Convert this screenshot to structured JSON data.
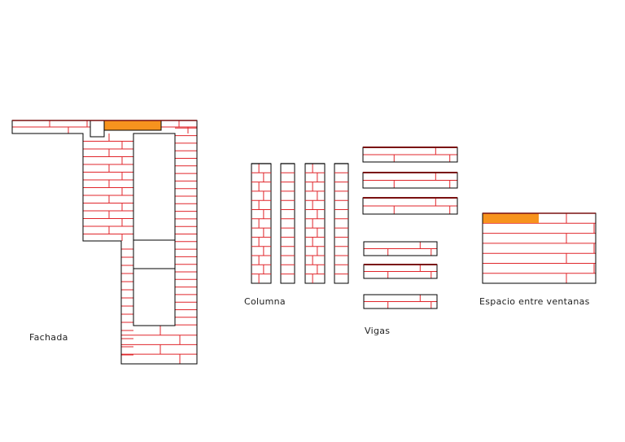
{
  "labels": {
    "fachada": "Fachada",
    "columna": "Columna",
    "vigas": "Vigas",
    "espacio": "Espacio entre ventanas"
  },
  "colors": {
    "brick_line": "#e0262b",
    "outline": "#000000",
    "highlight": "#f7931e",
    "background": "#ffffff"
  }
}
